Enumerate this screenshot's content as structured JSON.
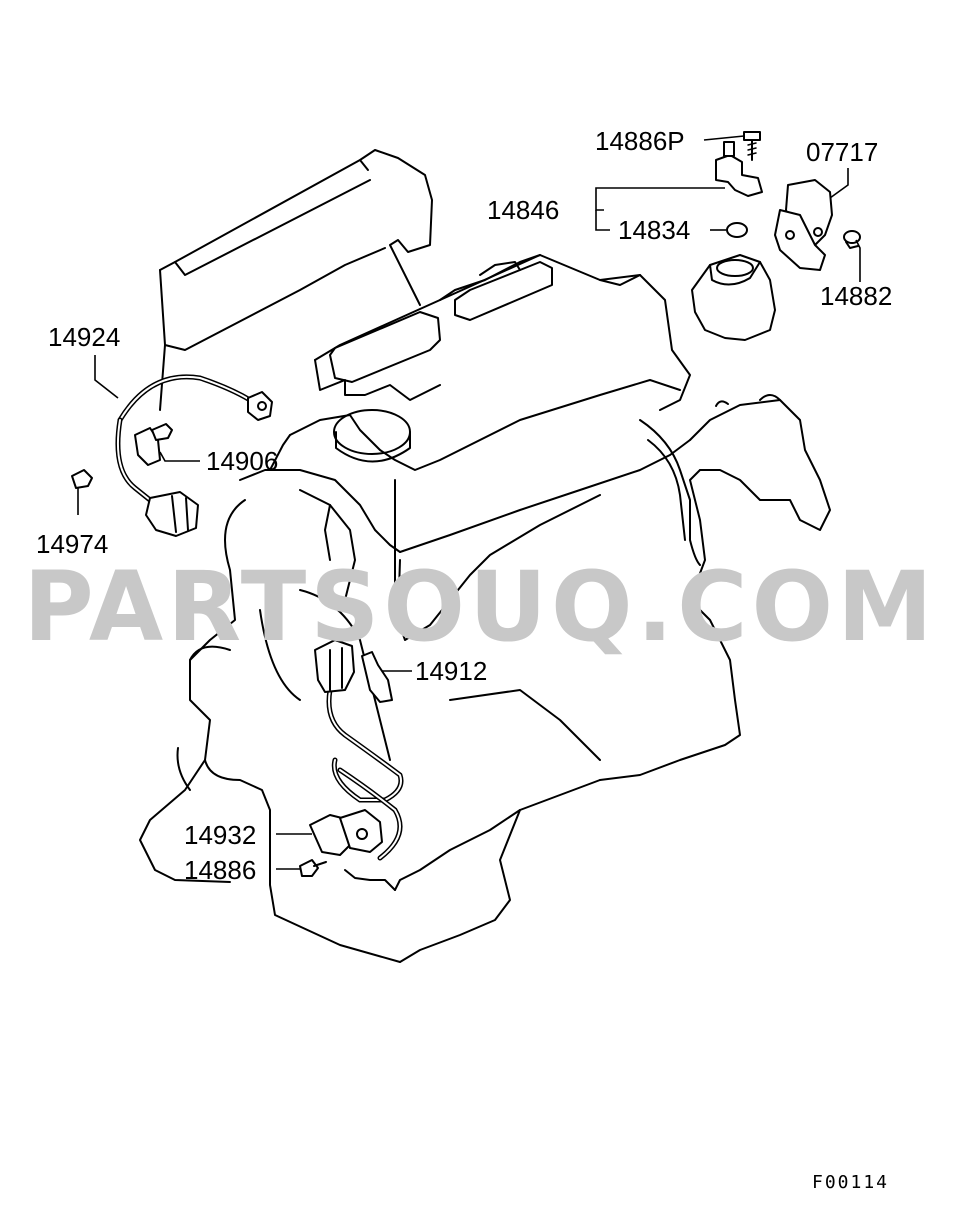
{
  "watermark": "PARTSOUQ.COM",
  "figure_code": "F00114",
  "callouts": {
    "p14886P": "14886P",
    "p07717": "07717",
    "p14846": "14846",
    "p14834": "14834",
    "p14882": "14882",
    "p14924": "14924",
    "p14906": "14906",
    "p14974": "14974",
    "p14912": "14912",
    "p14932": "14932",
    "p14886": "14886"
  }
}
